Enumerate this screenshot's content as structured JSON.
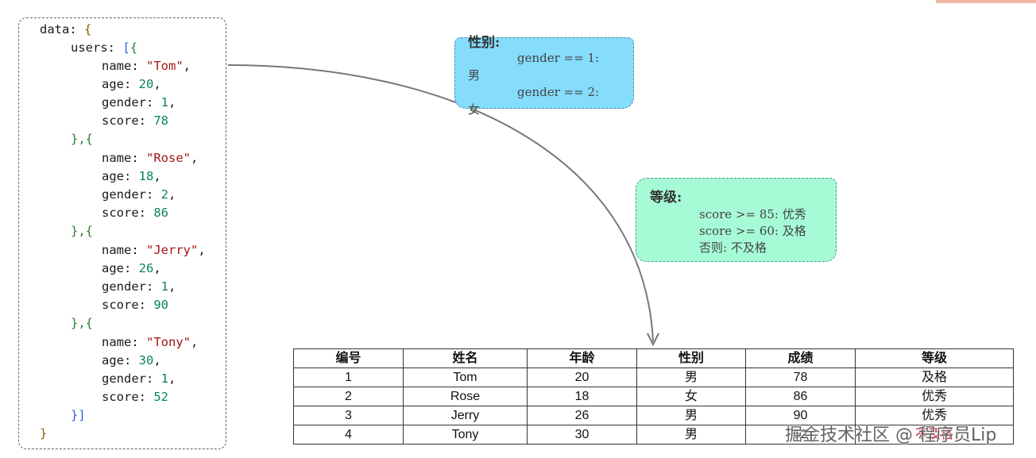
{
  "code": {
    "line1": {
      "root": "data",
      "colon": ":",
      "brace": " {"
    },
    "line2": {
      "key": "users",
      "colon": ": ",
      "bracket": "[",
      "brace": "{"
    },
    "users": [
      {
        "name_key": "name: ",
        "name": "\"Tom\"",
        "age_key": "age: ",
        "age": "20",
        "gender_key": "gender: ",
        "gender": "1",
        "score_key": "score: ",
        "score": "78"
      },
      {
        "name_key": "name: ",
        "name": "\"Rose\"",
        "age_key": "age: ",
        "age": "18",
        "gender_key": "gender: ",
        "gender": "2",
        "score_key": "score: ",
        "score": "86"
      },
      {
        "name_key": "name: ",
        "name": "\"Jerry\"",
        "age_key": "age: ",
        "age": "26",
        "gender_key": "gender: ",
        "gender": "1",
        "score_key": "score: ",
        "score": "90"
      },
      {
        "name_key": "name: ",
        "name": "\"Tony\"",
        "age_key": "age: ",
        "age": "30",
        "gender_key": "gender: ",
        "gender": "1",
        "score_key": "score: ",
        "score": "52"
      }
    ],
    "separator": "},{",
    "close_array": "}]",
    "close_root": "}"
  },
  "gender_box": {
    "title": "性别:",
    "rule1": "gender == 1:",
    "value1": "男",
    "rule2": "gender == 2:",
    "value2": "女"
  },
  "grade_box": {
    "title": "等级:",
    "rule1": "score >= 85: 优秀",
    "rule2": "score >= 60: 及格",
    "rule3": "否则: 不及格"
  },
  "table": {
    "headers": [
      "编号",
      "姓名",
      "年龄",
      "性别",
      "成绩",
      "等级"
    ],
    "rows": [
      [
        "1",
        "Tom",
        "20",
        "男",
        "78",
        "及格"
      ],
      [
        "2",
        "Rose",
        "18",
        "女",
        "86",
        "优秀"
      ],
      [
        "3",
        "Jerry",
        "26",
        "男",
        "90",
        "优秀"
      ],
      [
        "4",
        "Tony",
        "30",
        "男",
        "52",
        "不及格"
      ]
    ]
  },
  "watermark": "掘金技术社区 @ 程序员Lip",
  "colors": {
    "gender_box_bg": "#85dcfb",
    "grade_box_bg": "#a6fbd6",
    "arrow": "#777777"
  }
}
